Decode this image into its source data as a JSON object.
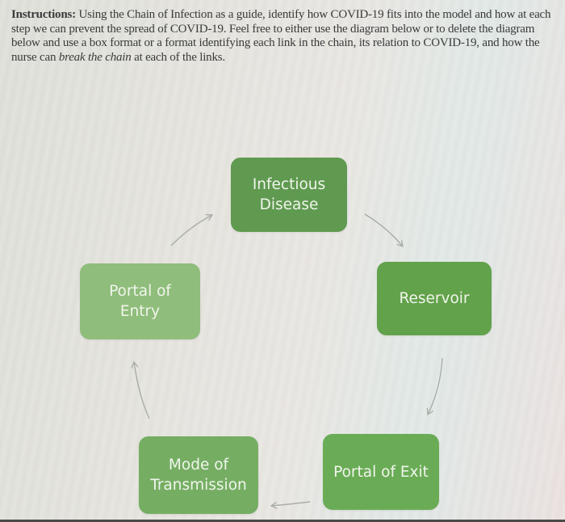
{
  "instructions": {
    "label": "Instructions:",
    "text_part1": " Using the Chain of Infection as a guide, identify how COVID-19 fits into the model and how at each step we can prevent the spread of COVID-19. Feel free to either use the diagram below or to delete the diagram below and use a box format or a format identifying each link in the chain, its relation to COVID-19, and how the nurse can ",
    "emphasis": "break the chain",
    "text_part2": " at each of the links."
  },
  "diagram": {
    "type": "cycle",
    "nodes": [
      {
        "id": "infectious",
        "line1": "Infectious",
        "line2": "Disease",
        "color": "#5f9a50"
      },
      {
        "id": "reservoir",
        "line1": "Reservoir",
        "line2": "",
        "color": "#62a24b"
      },
      {
        "id": "exit",
        "line1": "Portal of Exit",
        "line2": "",
        "color": "#6aac56"
      },
      {
        "id": "mode",
        "line1": "Mode of",
        "line2": "Transmission",
        "color": "#75ae63"
      },
      {
        "id": "entry",
        "line1": "Portal of",
        "line2": "Entry",
        "color": "#8fbd7b"
      }
    ],
    "edges": [
      {
        "from": "Infectious Disease",
        "to": "Reservoir"
      },
      {
        "from": "Reservoir",
        "to": "Portal of Exit"
      },
      {
        "from": "Portal of Exit",
        "to": "Mode of Transmission"
      },
      {
        "from": "Mode of Transmission",
        "to": "Portal of Entry"
      },
      {
        "from": "Portal of Entry",
        "to": "Infectious Disease"
      }
    ],
    "arrow_color": "#a9ada6"
  }
}
